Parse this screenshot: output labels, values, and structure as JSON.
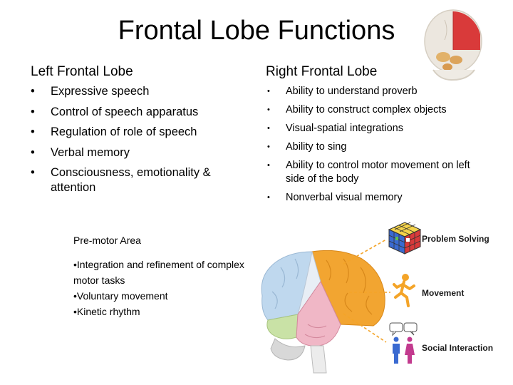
{
  "slide": {
    "title": "Frontal Lobe Functions",
    "left": {
      "heading": "Left Frontal Lobe",
      "items": [
        "Expressive speech",
        "Control of speech apparatus",
        "Regulation of role of speech",
        "Verbal memory",
        "Consciousness, emotionality & attention"
      ]
    },
    "right": {
      "heading": "Right Frontal Lobe",
      "items": [
        "Ability to understand proverb",
        "Ability to construct complex objects",
        "Visual-spatial integrations",
        "Ability to sing",
        "Ability to control motor movement on left side of the body",
        "Nonverbal visual memory"
      ]
    },
    "premotor": {
      "heading": "Pre-motor Area",
      "items": [
        "•Integration and refinement of complex motor tasks",
        "•Voluntary movement",
        "•Kinetic rhythm"
      ]
    },
    "diagram": {
      "labels": [
        "Problem Solving",
        "Movement",
        "Social Interaction"
      ]
    },
    "bullet_char": "•"
  },
  "colors": {
    "frontal_lobe": "#f2a531",
    "parietal": "#bfd8ee",
    "temporal": "#f0b7c6",
    "occipital": "#c9e2a6",
    "cerebellum": "#d8d8d8",
    "connector": "#f4a428"
  },
  "icons": [
    "skull-brain-icon",
    "rubiks-cube-icon",
    "running-person-icon",
    "speech-bubbles-icon",
    "people-icon"
  ]
}
